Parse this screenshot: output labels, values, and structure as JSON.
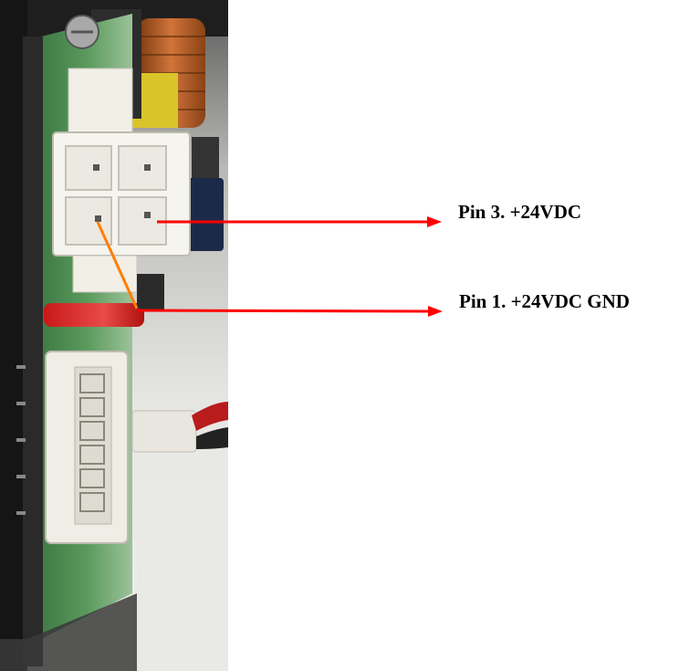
{
  "callouts": {
    "pin3": "Pin 3. +24VDC",
    "pin1": "Pin 1. +24VDC GND"
  },
  "colors": {
    "arrow": "#ff0000",
    "leader": "#ff7f00",
    "pcb": "#4f8a52",
    "connector": "#f3f1ea",
    "background": "#ffffff"
  },
  "photo": {
    "subject": "power-supply-board-connector-side-view"
  }
}
